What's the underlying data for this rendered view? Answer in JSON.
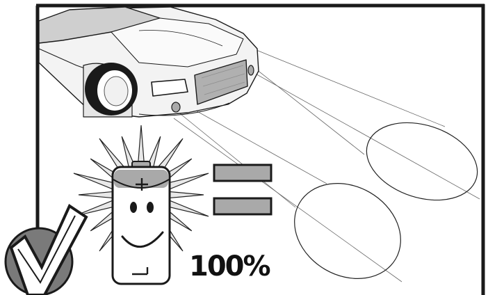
{
  "charge_label": "100%",
  "icons": [
    "car-illustration",
    "headlight-beam",
    "light-spot",
    "battery-icon",
    "burst-icon",
    "equals-icon",
    "checkmark-icon"
  ],
  "colors": {
    "frame": "#1a1a1a",
    "light_gray": "#d2d2d2",
    "mid_gray": "#a9a9a9",
    "dark_gray": "#6d6d6d",
    "check_disc": "#7a7a7a"
  }
}
